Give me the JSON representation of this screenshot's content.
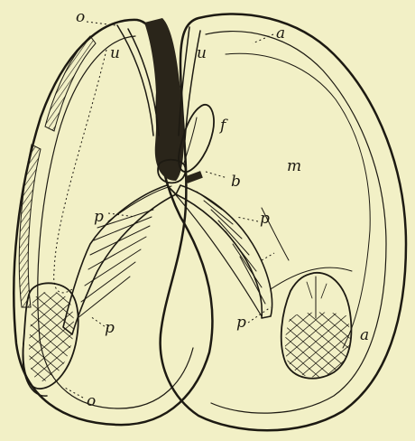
{
  "figure": {
    "labels": {
      "o_top": "o",
      "a_top": "a",
      "u_left": "u",
      "u_right": "u",
      "f": "f",
      "m": "m",
      "b": "b",
      "p_left": "p",
      "p_right": "p",
      "p_bottom_left": "p",
      "p_bottom_right": "p",
      "o_bottom": "o",
      "a_bottom": "a"
    },
    "colors": {
      "paper": "#f2f0c6",
      "ink": "#1d1a12",
      "shell_fill": "#ece9bd"
    }
  }
}
